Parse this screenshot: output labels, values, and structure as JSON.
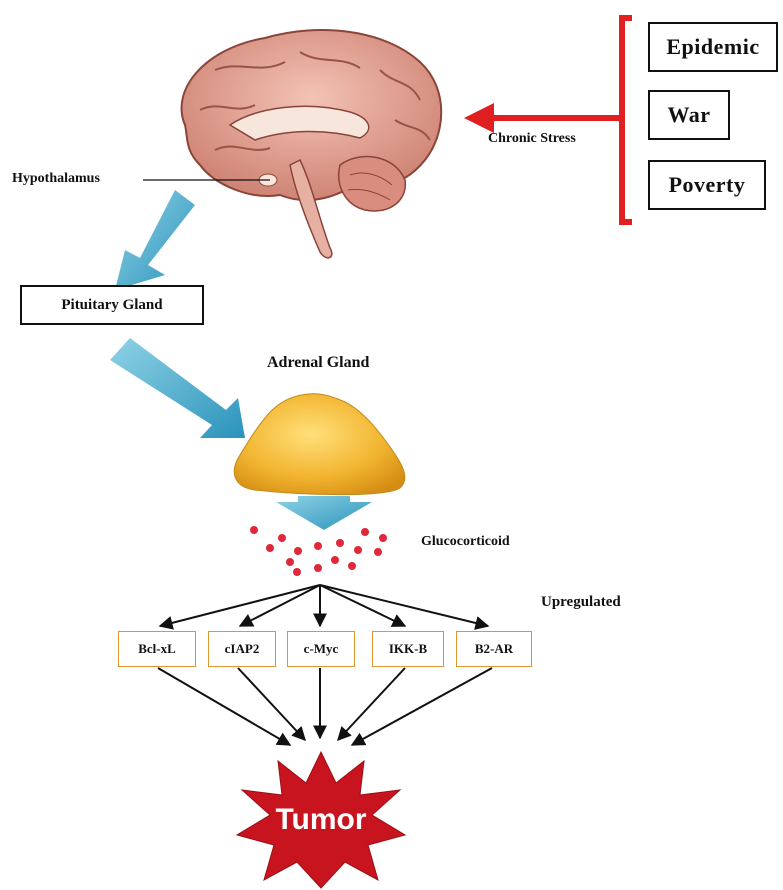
{
  "stressors": [
    "Epidemic",
    "War",
    "Poverty"
  ],
  "chronic_stress_label": "Chronic Stress",
  "hypothalamus_label": "Hypothalamus",
  "pituitary_label": "Pituitary Gland",
  "adrenal_label": "Adrenal Gland",
  "glucocorticoid_label": "Glucocorticoid",
  "upregulated_label": "Upregulated",
  "genes": [
    "Bcl-xL",
    "cIAP2",
    "c-Myc",
    "IKK-B",
    "B2-AR"
  ],
  "tumor_label": "Tumor",
  "colors": {
    "bracket_red": "#e02020",
    "flow_blue": "#3aa6c8",
    "gland_yellow": "#f2b531",
    "dot_red": "#e0283a",
    "gene_border": "#e0962c",
    "tumor_red": "#c8141e"
  }
}
